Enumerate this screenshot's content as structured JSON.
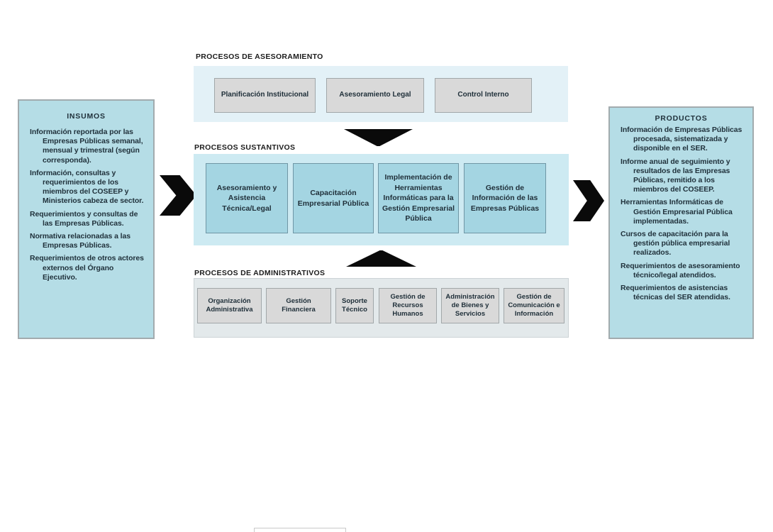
{
  "colors": {
    "panel_fill": "#b5dde6",
    "panel_border": "#a2abae",
    "panel_text": "#21323c",
    "advisory_band_fill": "#e3f1f7",
    "substantive_band_fill": "#cdeaf2",
    "substantive_box_fill": "#a4d5e2",
    "substantive_box_border": "#6f96a5",
    "admin_band_fill": "#e3e9eb",
    "admin_band_border": "#ccd3d6",
    "gray_box_fill": "#d9d9d9",
    "gray_box_border": "#a1a7a9",
    "arrow_black": "#0a0a0a",
    "label_text": "#1c1c1c",
    "box_text": "#20303a"
  },
  "insumos": {
    "title": "INSUMOS",
    "items": [
      "Información reportada por las Empresas Públicas semanal, mensual y trimestral (según corresponda).",
      "Información, consultas y requerimientos de los miembros del COSEEP y Ministerios cabeza de sector.",
      "Requerimientos y consultas de las Empresas Públicas.",
      "Normativa relacionadas a las Empresas Públicas.",
      "Requerimientos de otros actores externos del Órgano Ejecutivo."
    ]
  },
  "productos": {
    "title": "PRODUCTOS",
    "items": [
      "Información de Empresas Públicas procesada, sistematizada y disponible en el SER.",
      "Informe anual de seguimiento y resultados de las Empresas Públicas, remitido a los miembros del COSEEP.",
      "Herramientas Informáticas de Gestión Empresarial Pública implementadas.",
      "Cursos de capacitación para la gestión pública empresarial realizados.",
      "Requerimientos de asesoramiento técnico/legal atendidos.",
      "Requerimientos  de asistencias técnicas del SER atendidas."
    ]
  },
  "sections": {
    "asesoramiento": {
      "label": "PROCESOS DE ASESORAMIENTO",
      "boxes": [
        "Planificación Institucional",
        "Asesoramiento Legal",
        "Control Interno"
      ]
    },
    "sustantivos": {
      "label": "PROCESOS SUSTANTIVOS",
      "boxes": [
        "Asesoramiento y Asistencia Técnica/Legal",
        "Capacitación Empresarial Pública",
        "Implementación de Herramientas Informáticas para la Gestión Empresarial Pública",
        "Gestión de Información de las Empresas Públicas"
      ]
    },
    "administrativos": {
      "label": "PROCESOS DE ADMINISTRATIVOS",
      "boxes": [
        "Organización Administrativa",
        "Gestión Financiera",
        "Soporte Técnico",
        "Gestión de Recursos Humanos",
        "Administración de Bienes y Servicios",
        "Gestión de Comunicación e Información"
      ]
    }
  },
  "arrows": {
    "input_arrow": "chevron-right-icon",
    "output_arrow": "chevron-right-icon",
    "advisory_to_substantive": "triangle-down-icon",
    "admin_to_substantive": "triangle-up-icon"
  }
}
